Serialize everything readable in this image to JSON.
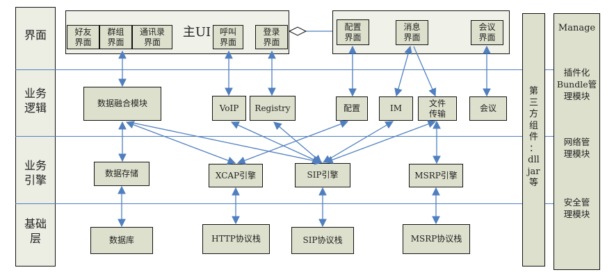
{
  "layers": [
    {
      "id": "ui",
      "label": "界面"
    },
    {
      "id": "logic",
      "label": "业务\n逻辑"
    },
    {
      "id": "engine",
      "label": "业务\n引擎"
    },
    {
      "id": "base",
      "label": "基础\n层"
    }
  ],
  "main_ui": {
    "title": "主UI",
    "children": [
      "好友\n界面",
      "群组\n界面",
      "通讯录\n界面",
      "呼叫\n界面",
      "登录\n界面"
    ]
  },
  "sub_ui": {
    "children": [
      "配置\n界面",
      "消息\n界面",
      "会议\n界面"
    ]
  },
  "logic_modules": [
    "数据融合模块",
    "VoIP",
    "Registry",
    "配置",
    "IM",
    "文件\n传输",
    "会议"
  ],
  "engine_modules": [
    "数据存储",
    "XCAP引擎",
    "SIP引擎",
    "MSRP引擎"
  ],
  "base_modules": [
    "数据库",
    "HTTP协议栈",
    "SIP协议栈",
    "MSRP协议栈"
  ],
  "third_party": {
    "label": "第\n三\n方\n组\n件\n：\ndll\njar\n等"
  },
  "manage": {
    "title": "Manage",
    "items": [
      "插件化\nBundle管\n理模块",
      "网络管\n理模块",
      "安全管\n理模块"
    ]
  },
  "colors": {
    "line": "#4f7fbf",
    "box_fill": "#dde0cc",
    "container_fill": "#f0f1e8",
    "label_fill": "#ecede3"
  }
}
